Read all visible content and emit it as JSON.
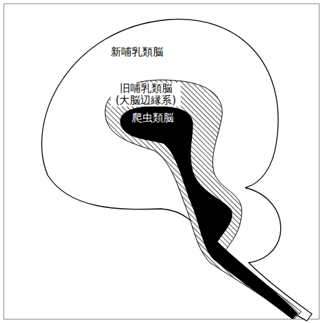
{
  "diagram": {
    "nodes": [
      {
        "text": [
          "新哺乳類脳"
        ]
      },
      {
        "text": [
          "旧哺乳類脳 (大脳辺縁系)"
        ],
        "in": 0
      },
      {
        "text": [
          "爬虫類脳"
        ],
        "in": 1
      }
    ]
  }
}
